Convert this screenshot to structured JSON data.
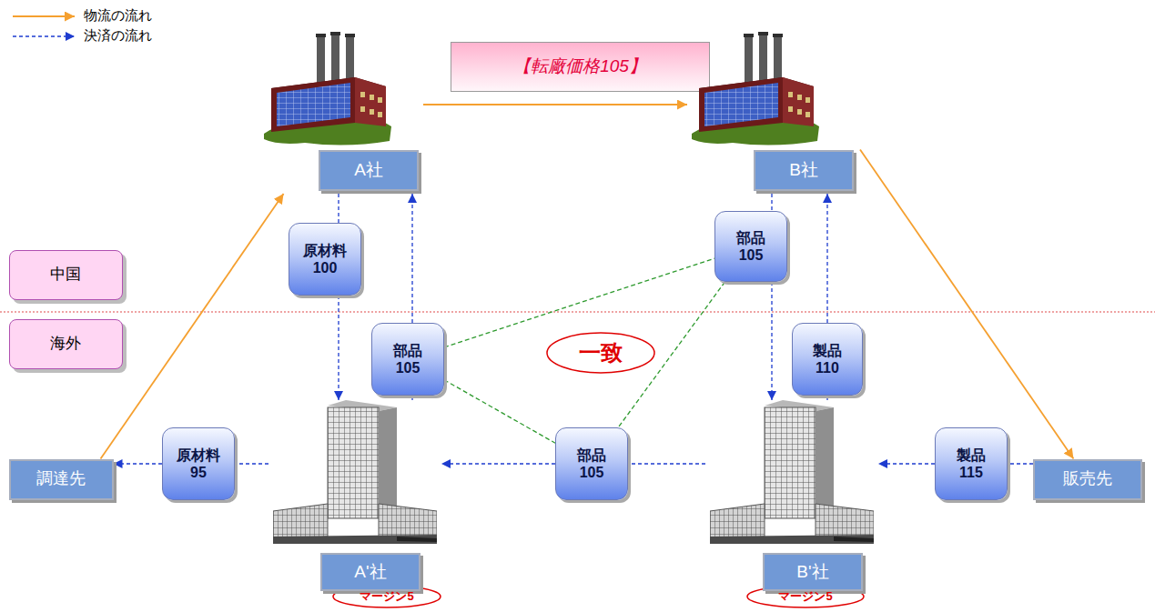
{
  "diagram": {
    "nodes": [
      {
        "text": [
          "A社"
        ]
      },
      {
        "text": [
          "【転廠価格105】"
        ]
      },
      {
        "text": [
          "B社"
        ]
      },
      {
        "text": [
          "原材料",
          "100"
        ]
      },
      {
        "text": [
          "部品",
          "105"
        ]
      },
      {
        "text": [
          "中国"
        ]
      },
      {
        "text": [
          "海外"
        ]
      },
      {
        "text": [
          "部品",
          "105"
        ]
      },
      {
        "text": [
          "一致"
        ]
      },
      {
        "text": [
          "製品",
          "110"
        ]
      },
      {
        "text": [
          "原材料",
          "95"
        ]
      },
      {
        "text": [
          "部品",
          "105"
        ]
      },
      {
        "text": [
          "製品",
          "115"
        ]
      },
      {
        "text": [
          "調達先"
        ]
      },
      {
        "text": [
          "販売先"
        ]
      },
      {
        "text": [
          "A'社"
        ]
      },
      {
        "text": [
          "B'社"
        ]
      },
      {
        "text": [
          "マージン5"
        ]
      },
      {
        "text": [
          "マージン5"
        ]
      }
    ],
    "edges": [
      {
        "from": 13,
        "to": 0,
        "arrow": "to"
      },
      {
        "from": 0,
        "to": 2,
        "arrow": "to"
      },
      {
        "from": 2,
        "to": 14,
        "arrow": "to"
      },
      {
        "from": 0,
        "to": 3,
        "arrow": "none"
      },
      {
        "from": 3,
        "to": 15,
        "arrow": "to"
      },
      {
        "from": 15,
        "to": 7,
        "arrow": "none"
      },
      {
        "from": 7,
        "to": 0,
        "arrow": "to"
      },
      {
        "from": 2,
        "to": 4,
        "arrow": "none"
      },
      {
        "from": 4,
        "to": 16,
        "arrow": "to"
      },
      {
        "from": 16,
        "to": 9,
        "arrow": "none"
      },
      {
        "from": 9,
        "to": 2,
        "arrow": "to"
      },
      {
        "from": 16,
        "to": 11,
        "arrow": "none"
      },
      {
        "from": 11,
        "to": 15,
        "arrow": "to"
      },
      {
        "from": 15,
        "to": 10,
        "arrow": "none"
      },
      {
        "from": 10,
        "to": 13,
        "arrow": "to"
      },
      {
        "from": 14,
        "to": 12,
        "arrow": "none"
      },
      {
        "from": 12,
        "to": 16,
        "arrow": "to"
      },
      {
        "from": 7,
        "to": 4,
        "arrow": "none"
      },
      {
        "from": 7,
        "to": 11,
        "arrow": "none"
      },
      {
        "from": 4,
        "to": 11,
        "arrow": "none"
      }
    ],
    "legend": [
      {
        "text": "物流の流れ"
      },
      {
        "text": "決済の流れ"
      }
    ]
  }
}
